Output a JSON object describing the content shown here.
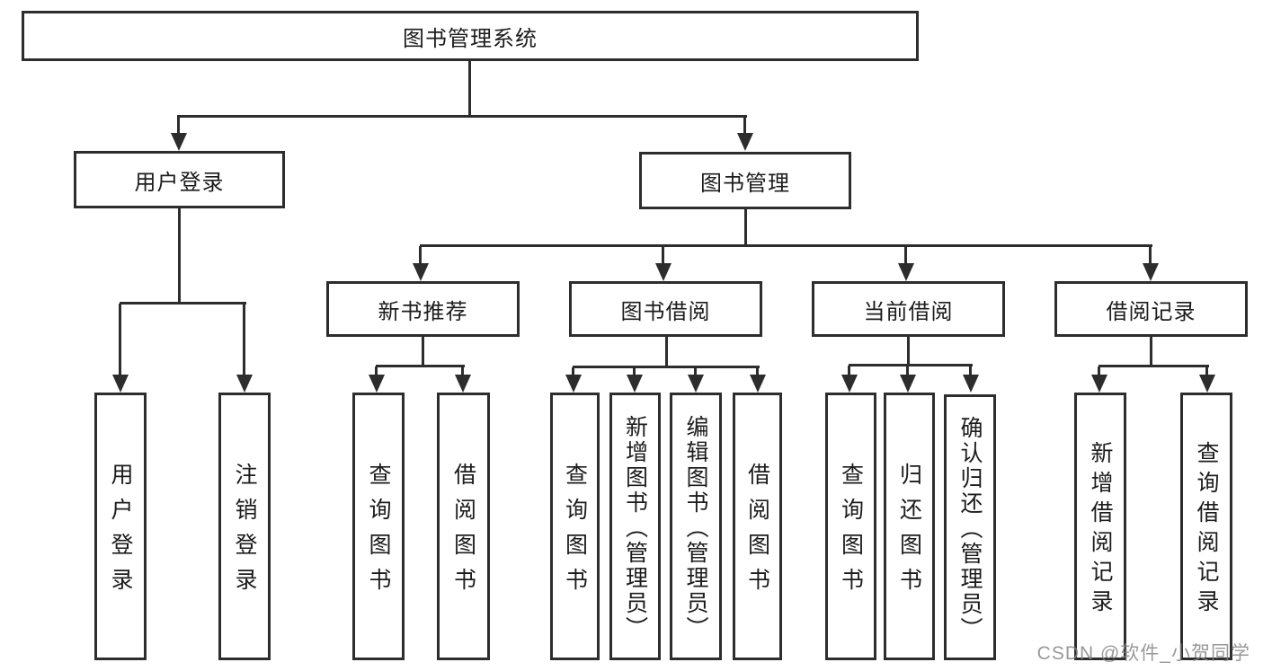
{
  "diagram": {
    "root": {
      "label": "图书管理系统"
    },
    "level2": [
      {
        "label": "用户登录"
      },
      {
        "label": "图书管理"
      }
    ],
    "level3": [
      {
        "label": "新书推荐"
      },
      {
        "label": "图书借阅"
      },
      {
        "label": "当前借阅"
      },
      {
        "label": "借阅记录"
      }
    ],
    "leaves": [
      {
        "label": "用户登录"
      },
      {
        "label": "注销登录"
      },
      {
        "label": "查询图书"
      },
      {
        "label": "借阅图书"
      },
      {
        "label": "查询图书"
      },
      {
        "label": "新增图书（管理员）"
      },
      {
        "label": "编辑图书（管理员）"
      },
      {
        "label": "借阅图书"
      },
      {
        "label": "查询图书"
      },
      {
        "label": "归还图书"
      },
      {
        "label": "确认归还（管理员）"
      },
      {
        "label": "新增借阅记录"
      },
      {
        "label": "查询借阅记录"
      }
    ]
  },
  "watermark": {
    "text": "CSDN @软件_小贺同学"
  },
  "colors": {
    "line": "#2d2d2d",
    "text": "#1c1c1c",
    "background": "#ffffff"
  }
}
